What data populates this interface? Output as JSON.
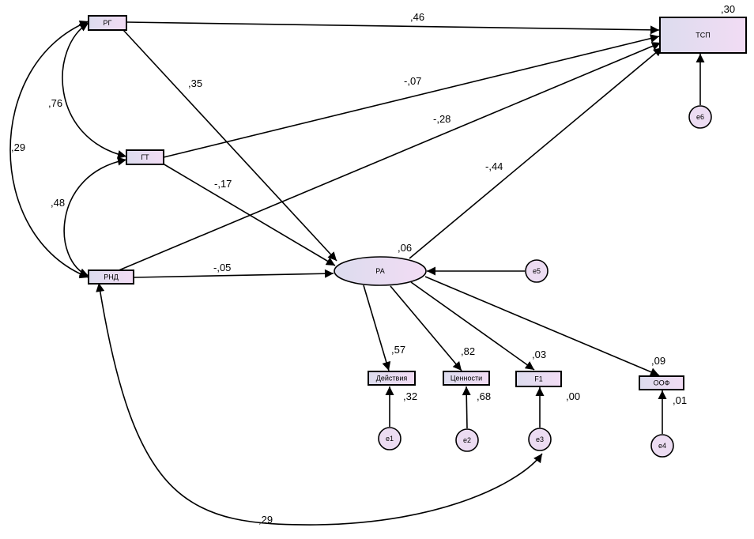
{
  "nodes": {
    "rg": "РГ",
    "gt": "ГТ",
    "rnd": "РНД",
    "tsp": "ТСП",
    "ra": "РА",
    "deystviya": "Действия",
    "tsennosti": "Ценности",
    "f1": "F1",
    "oof": "ООФ",
    "e1": "e1",
    "e2": "e2",
    "e3": "e3",
    "e4": "e4",
    "e5": "e5",
    "e6": "e6"
  },
  "coefficients": {
    "rg_tsp": ",46",
    "tsp_r2": ",30",
    "rg_ra": ",35",
    "gt_tsp": "-,07",
    "rnd_tsp": "-,28",
    "rg_gt": ",76",
    "rg_rnd": ",29",
    "gt_ra": "-,17",
    "ra_tsp": "-,44",
    "gt_rnd": ",48",
    "ra_r2": ",06",
    "rnd_ra": "-,05",
    "ra_deystviya": ",57",
    "ra_tsennosti": ",82",
    "ra_f1": ",03",
    "ra_oof": ",09",
    "deystviya_r2": ",32",
    "tsennosti_r2": ",68",
    "f1_r2": ",00",
    "oof_r2": ",01",
    "rnd_e3": ",29"
  }
}
